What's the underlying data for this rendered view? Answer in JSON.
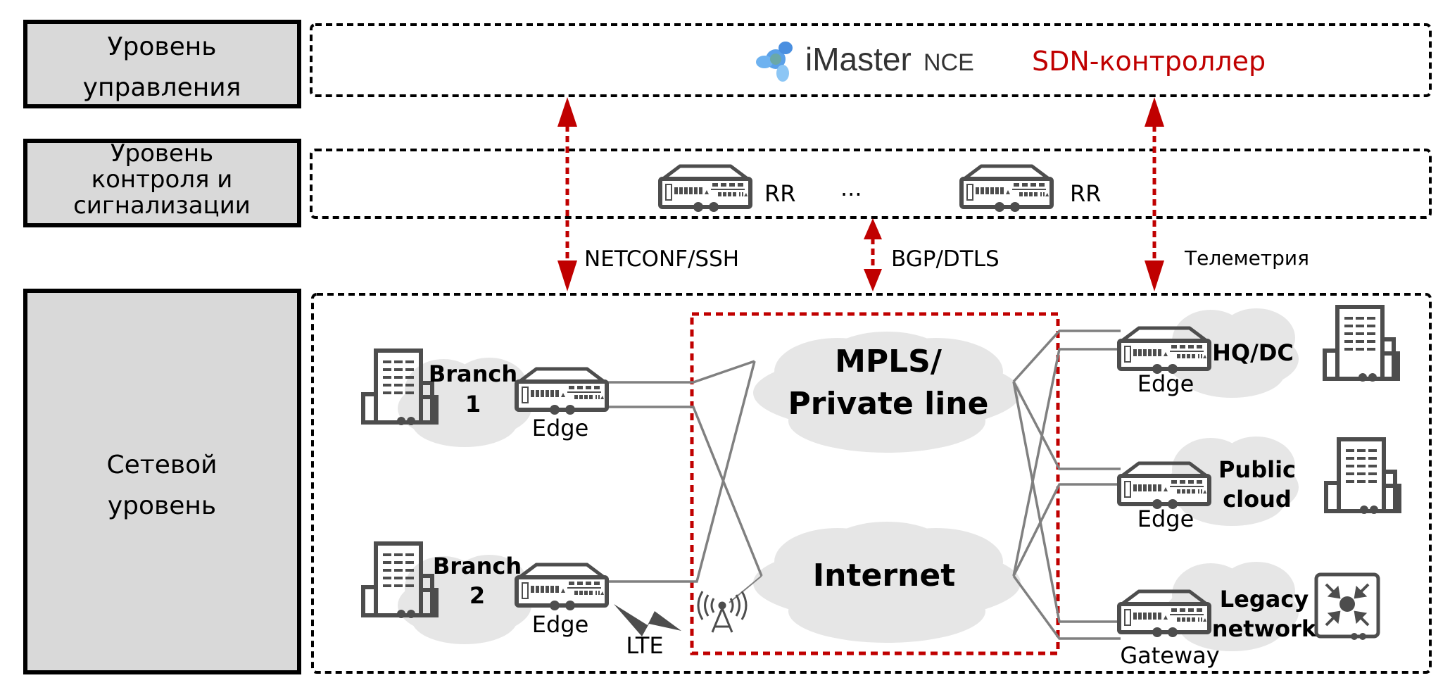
{
  "levels": {
    "management": {
      "line1": "Уровень",
      "line2": "управления"
    },
    "control": {
      "line1": "Уровень",
      "line2": "контроля и",
      "line3": "сигнализации"
    },
    "network": {
      "line1": "Сетевой",
      "line2": "уровень"
    }
  },
  "controller": {
    "brand_main": "iMaster",
    "brand_sub": "NCE",
    "role": "SDN-контроллер",
    "logo_icon": "imaster-nce-logo-icon"
  },
  "signaling": {
    "rr_left": "RR",
    "ellipsis": "...",
    "rr_right": "RR"
  },
  "protocols": {
    "netconf": "NETCONF/SSH",
    "bgp": "BGP/DTLS",
    "telemetry": "Телеметрия"
  },
  "sites": {
    "branch1": {
      "line1": "Branch",
      "line2": "1",
      "device": "Edge"
    },
    "branch2": {
      "line1": "Branch",
      "line2": "2",
      "device": "Edge",
      "link": "LTE"
    },
    "hq": {
      "line1": "HQ/DC",
      "device": "Edge"
    },
    "public_cloud": {
      "line1": "Public",
      "line2": "cloud",
      "device": "Edge"
    },
    "legacy": {
      "line1": "Legacy",
      "line2": "network",
      "device": "Gateway"
    }
  },
  "transport": {
    "mpls": {
      "line1": "MPLS/",
      "line2": "Private line"
    },
    "internet": "Internet"
  },
  "colors": {
    "accent_red": "#c00000",
    "label_box_fill": "#d9d9d9",
    "cloud_fill": "#e6e6e6",
    "device_stroke": "#4d4d4d",
    "link_gray": "#808080"
  }
}
